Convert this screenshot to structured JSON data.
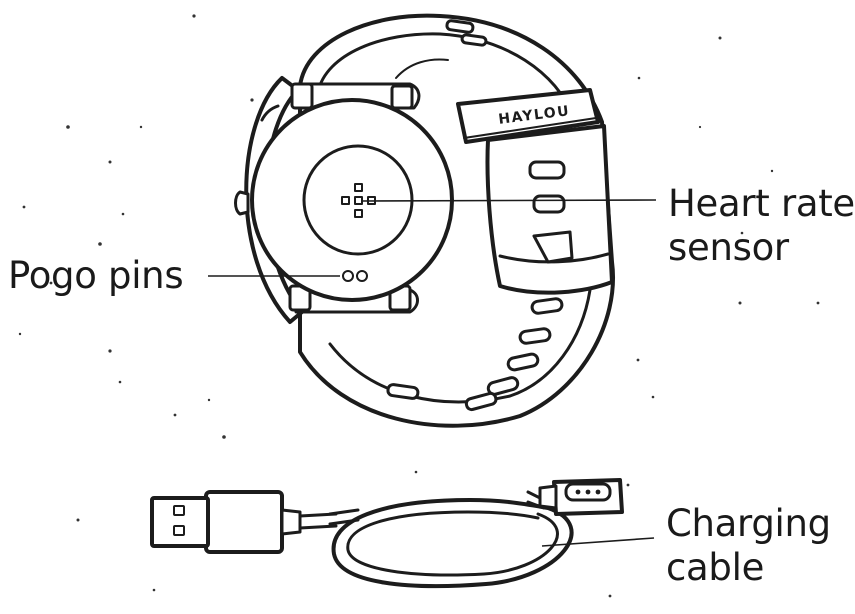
{
  "callouts": {
    "pogo_pins": "Pogo pins",
    "heart_rate_sensor_line1": "Heart rate",
    "heart_rate_sensor_line2": "sensor",
    "charging_cable_line1": "Charging",
    "charging_cable_line2": "cable"
  },
  "watch": {
    "strap_brand": "HAYLOU"
  },
  "colors": {
    "ink": "#1c1c1c",
    "background": "#ffffff"
  }
}
